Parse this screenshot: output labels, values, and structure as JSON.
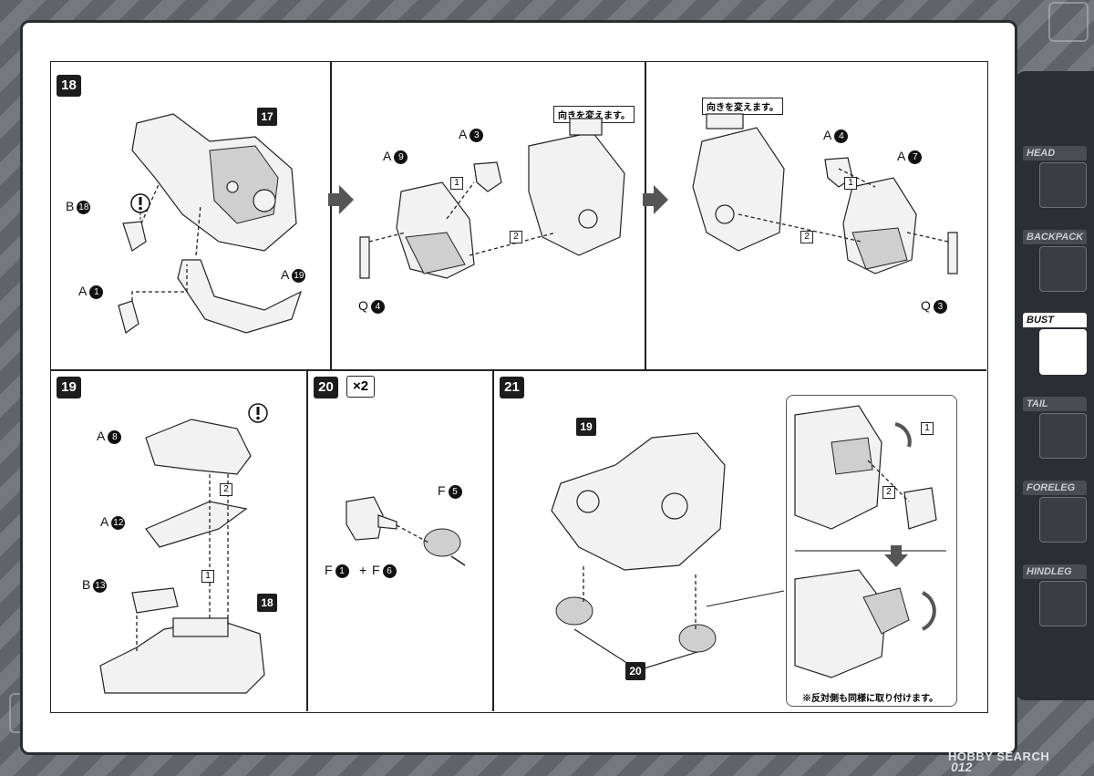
{
  "steps": {
    "s18": {
      "num": "18",
      "ref17": "17"
    },
    "s19": {
      "num": "19",
      "ref18": "18"
    },
    "s20": {
      "num": "20",
      "multiplier": "×2"
    },
    "s21": {
      "num": "21",
      "ref19": "19",
      "ref20": "20"
    }
  },
  "parts": {
    "b18": {
      "letter": "B",
      "num": "18"
    },
    "a1": {
      "letter": "A",
      "num": "1"
    },
    "a19": {
      "letter": "A",
      "num": "19"
    },
    "a9": {
      "letter": "A",
      "num": "9"
    },
    "a3": {
      "letter": "A",
      "num": "3"
    },
    "q4": {
      "letter": "Q",
      "num": "4"
    },
    "a4": {
      "letter": "A",
      "num": "4"
    },
    "a7": {
      "letter": "A",
      "num": "7"
    },
    "q3": {
      "letter": "Q",
      "num": "3"
    },
    "a8": {
      "letter": "A",
      "num": "8"
    },
    "a12": {
      "letter": "A",
      "num": "12"
    },
    "b13": {
      "letter": "B",
      "num": "13"
    },
    "f5": {
      "letter": "F",
      "num": "5"
    },
    "f1": {
      "letter": "F",
      "num": "1"
    },
    "f6": {
      "letter": "F",
      "num": "6"
    },
    "plus": "+"
  },
  "order": {
    "one": "1",
    "two": "2"
  },
  "notes": {
    "turn_left": "向きを変えます。",
    "turn_right": "向きを変えます。",
    "opposite_side": "※反対側も同様に取り付けます。"
  },
  "sidebar": [
    {
      "label": "HEAD",
      "active": false
    },
    {
      "label": "BACKPACK",
      "active": false
    },
    {
      "label": "BUST",
      "active": true
    },
    {
      "label": "TAIL",
      "active": false
    },
    {
      "label": "FORELEG",
      "active": false
    },
    {
      "label": "HINDLEG",
      "active": false
    }
  ],
  "footer": {
    "page_number": "012",
    "watermark": "HOBBY SEARCH"
  }
}
